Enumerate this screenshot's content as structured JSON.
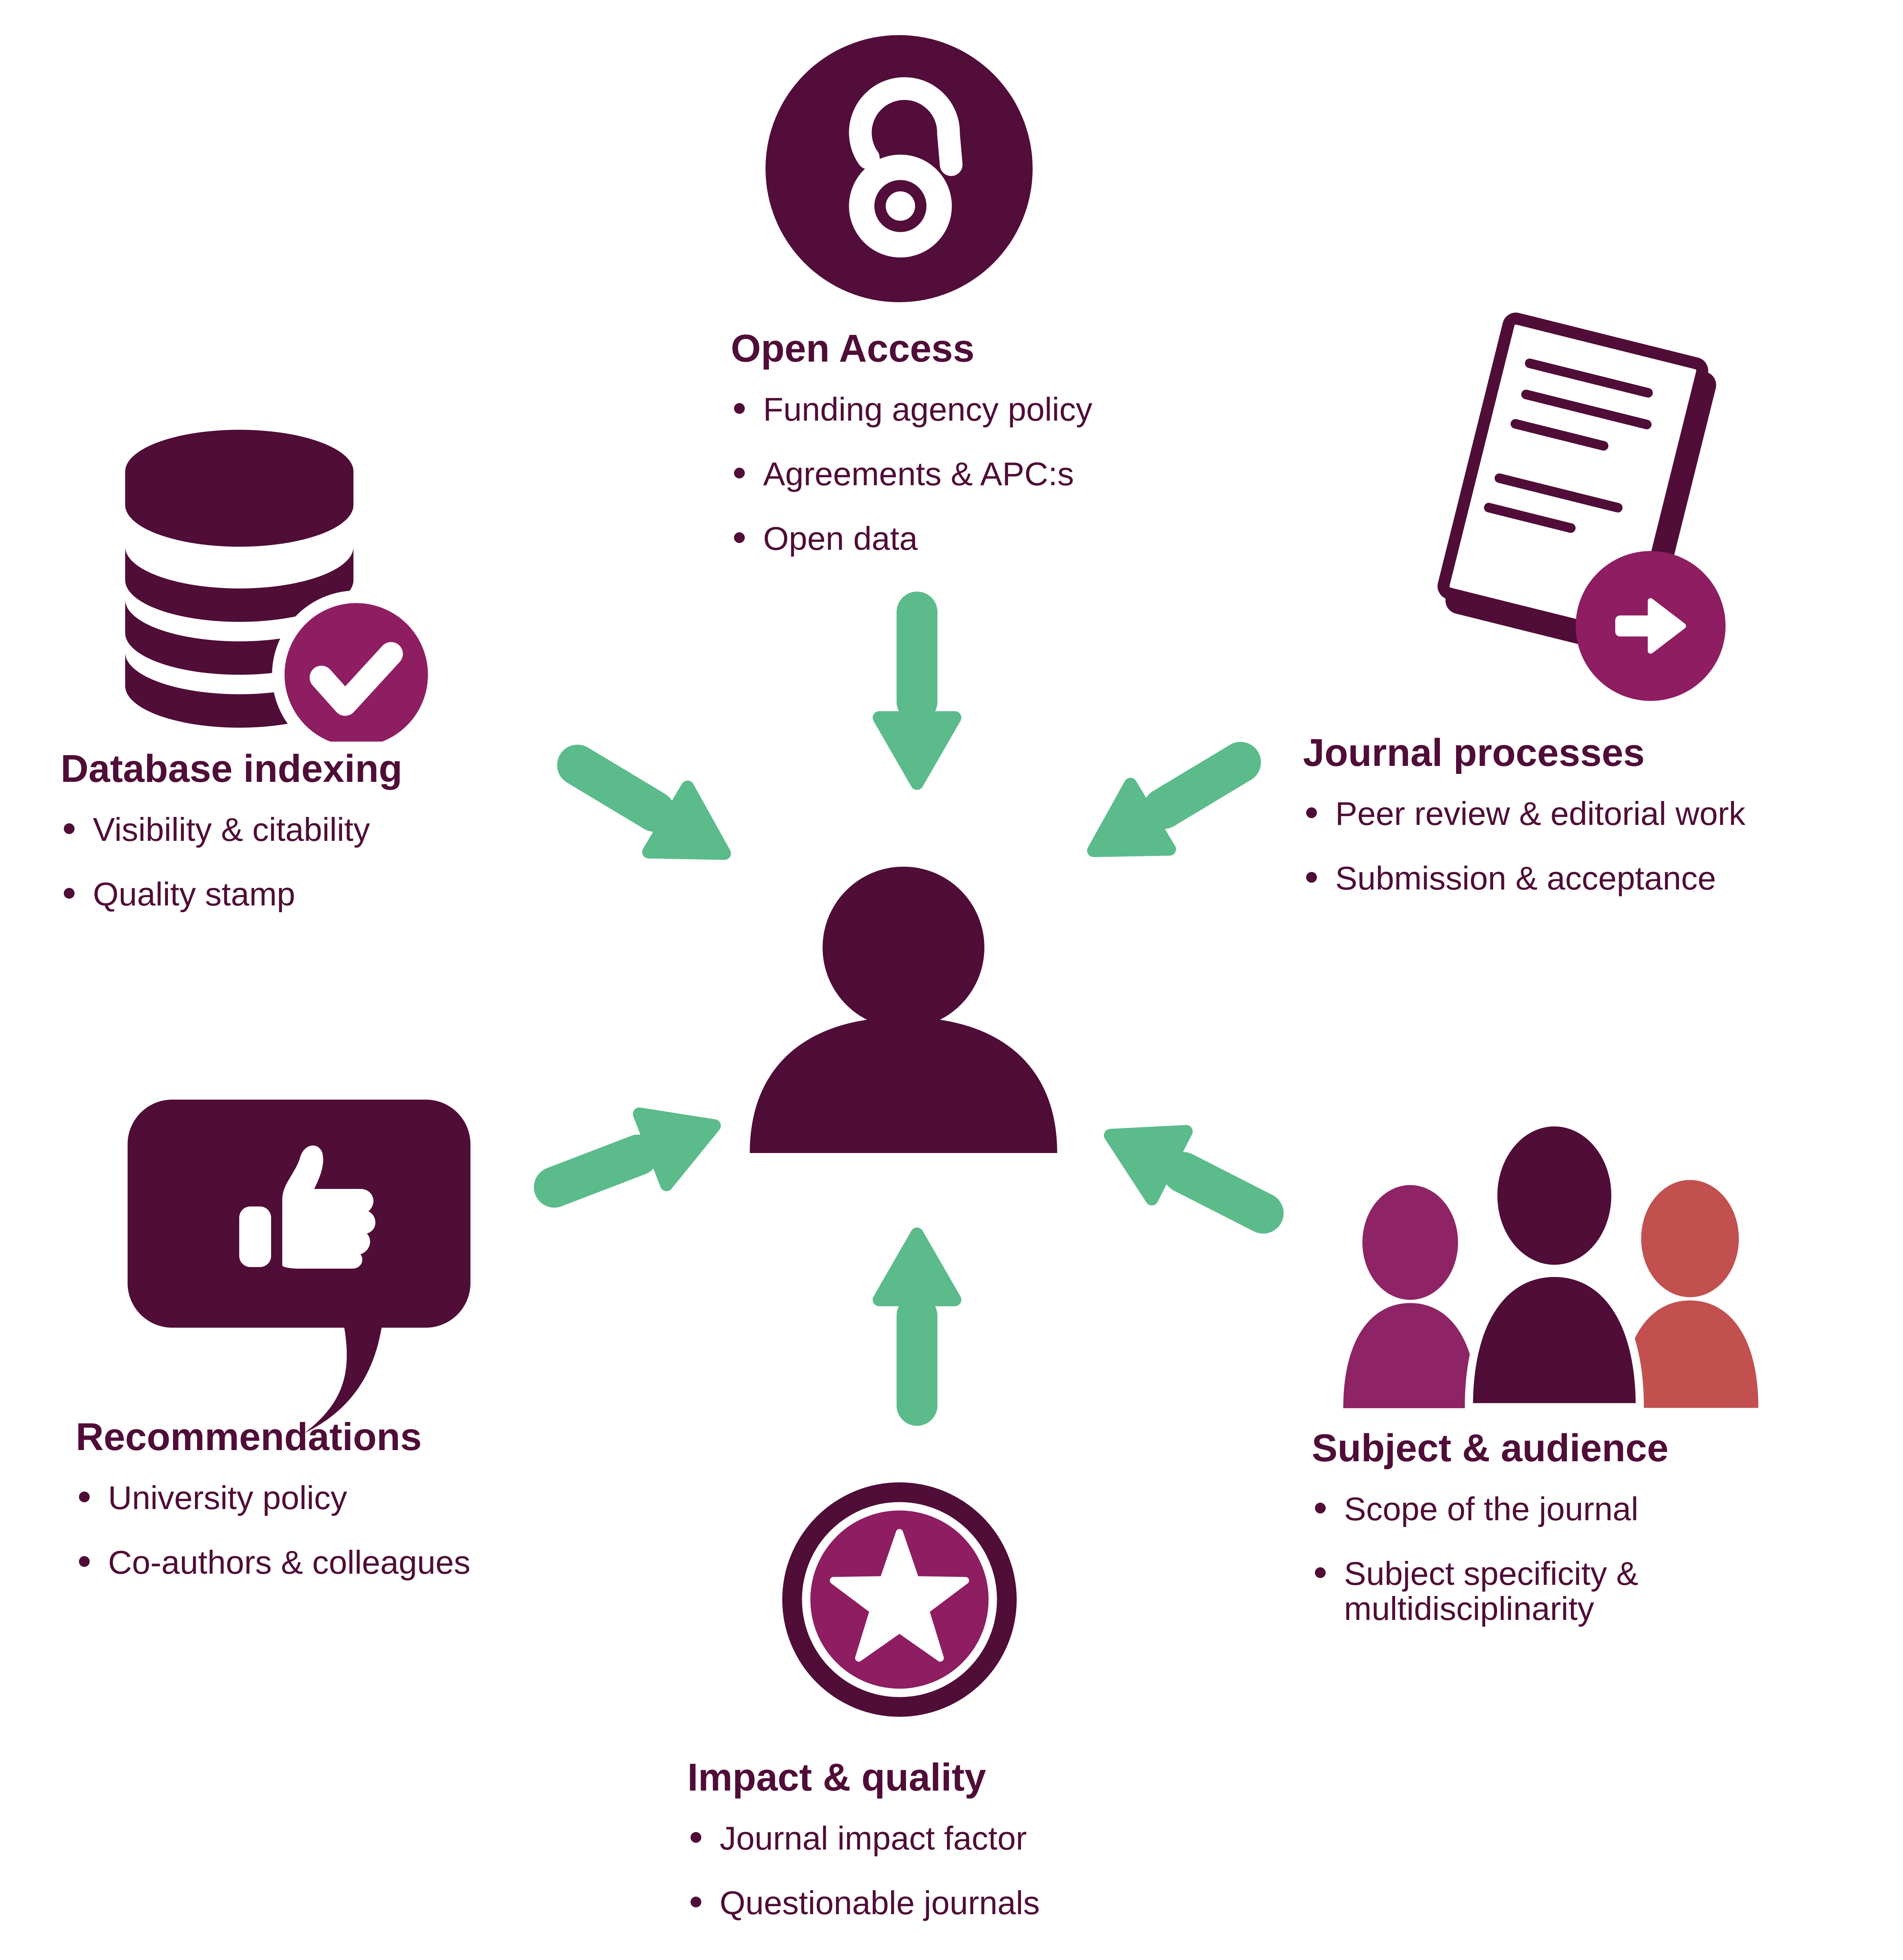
{
  "page": {
    "background": "#ffffff",
    "kind": "infographic-diagram"
  },
  "colors": {
    "maroon": "#4f0d37",
    "magenta": "#8e1d62",
    "salmon": "#c1504f",
    "green": "#5bbb8b",
    "white": "#ffffff"
  },
  "center": {
    "icon": "person-silhouette"
  },
  "arrows": {
    "icon": "arrow",
    "count": 6,
    "color": "#5bbb8b"
  },
  "nodes": {
    "open_access": {
      "title": "Open Access",
      "icon": "open-access-padlock",
      "bullets": [
        "Funding agency policy",
        "Agreements & APC:s",
        "Open data"
      ]
    },
    "journal_processes": {
      "title": "Journal processes",
      "icon": "document-arrow",
      "bullets": [
        "Peer review & editorial work",
        "Submission & acceptance"
      ]
    },
    "database_indexing": {
      "title": "Database indexing",
      "icon": "database-check",
      "bullets": [
        "Visibility & citability",
        "Quality stamp"
      ]
    },
    "recommendations": {
      "title": "Recommendations",
      "icon": "thumbs-up-bubble",
      "bullets": [
        "University policy",
        "Co-authors & colleagues"
      ]
    },
    "subject_audience": {
      "title": "Subject & audience",
      "icon": "people-group",
      "bullets": [
        "Scope of the journal",
        "Subject specificity & multidisciplinarity"
      ]
    },
    "impact_quality": {
      "title": "Impact & quality",
      "icon": "star-badge",
      "bullets": [
        "Journal impact factor",
        "Questionable journals"
      ]
    }
  }
}
